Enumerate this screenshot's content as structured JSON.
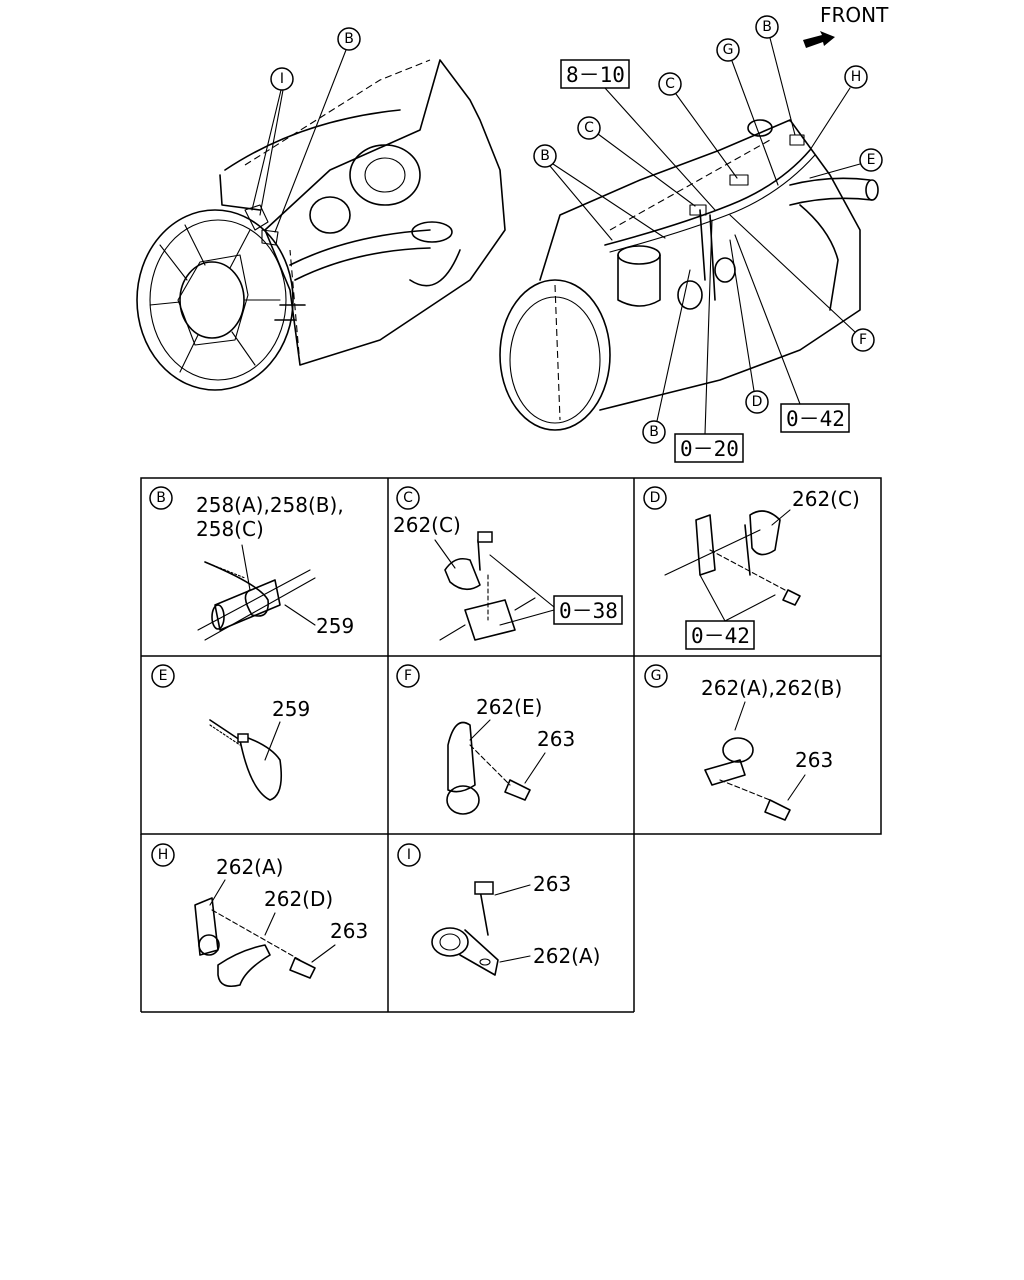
{
  "header": {
    "front_label": "FRONT"
  },
  "callout_letters": {
    "B": "B",
    "C": "C",
    "D": "D",
    "E": "E",
    "F": "F",
    "G": "G",
    "H": "H",
    "I": "I"
  },
  "reference_boxes": {
    "ref_8_10": "8－10",
    "ref_0_20": "0－20",
    "ref_0_42": "0－42",
    "ref_0_38": "0－38"
  },
  "details": [
    {
      "letter": "B",
      "labels": [
        "258(A),258(B),",
        "258(C)",
        "259"
      ]
    },
    {
      "letter": "C",
      "labels": [
        "262(C)"
      ]
    },
    {
      "letter": "D",
      "labels": [
        "262(C)"
      ]
    },
    {
      "letter": "E",
      "labels": [
        "259"
      ]
    },
    {
      "letter": "F",
      "labels": [
        "262(E)",
        "263"
      ]
    },
    {
      "letter": "G",
      "labels": [
        "262(A),262(B)",
        "263"
      ]
    },
    {
      "letter": "H",
      "labels": [
        "262(A)",
        "262(D)",
        "263"
      ]
    },
    {
      "letter": "I",
      "labels": [
        "263",
        "262(A)"
      ]
    }
  ]
}
